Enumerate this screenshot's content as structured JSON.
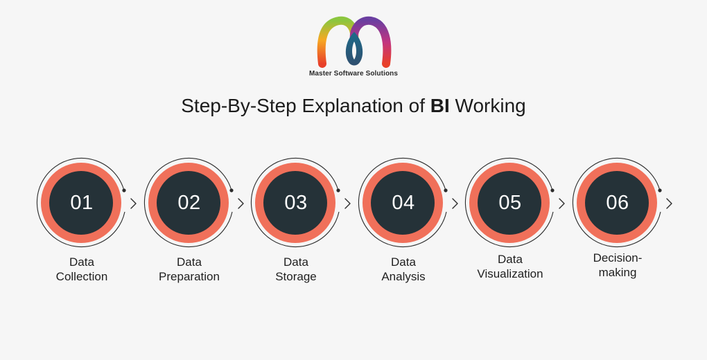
{
  "brand": {
    "name": "Master Software Solutions"
  },
  "title": {
    "prefix": "Step-By-Step Explanation of ",
    "strong": "BI",
    "suffix": " Working"
  },
  "colors": {
    "background": "#f6f6f6",
    "ring": "#f0705a",
    "disc": "#253238",
    "connector": "#2b2b2b"
  },
  "steps": [
    {
      "number": "01",
      "label_lines": [
        "Data",
        "Collection"
      ]
    },
    {
      "number": "02",
      "label_lines": [
        "Data",
        "Preparation"
      ]
    },
    {
      "number": "03",
      "label_lines": [
        "Data",
        "Storage"
      ]
    },
    {
      "number": "04",
      "label_lines": [
        "Data",
        "Analysis"
      ]
    },
    {
      "number": "05",
      "label_lines": [
        "Data",
        "Visualization"
      ]
    },
    {
      "number": "06",
      "label_lines": [
        "Decision-",
        "making"
      ]
    }
  ]
}
